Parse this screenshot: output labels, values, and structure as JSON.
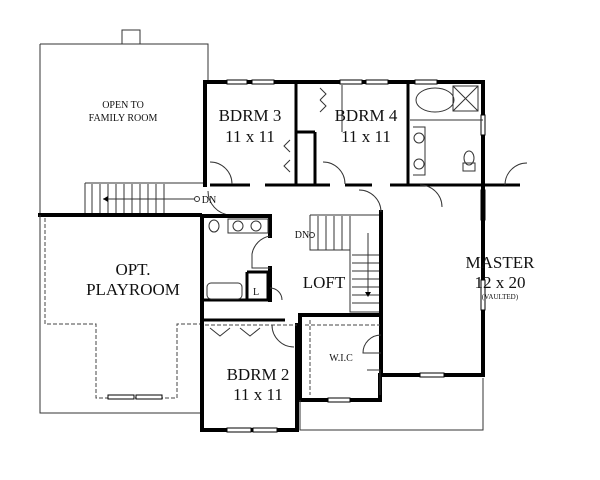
{
  "plan": {
    "open_to_line1": "OPEN TO",
    "open_to_line2": "FAMILY ROOM",
    "bdrm3": {
      "name": "BDRM 3",
      "size": "11 x 11"
    },
    "bdrm4": {
      "name": "BDRM 4",
      "size": "11 x 11"
    },
    "bdrm2": {
      "name": "BDRM 2",
      "size": "11 x 11"
    },
    "playroom_line1": "OPT.",
    "playroom_line2": "PLAYROOM",
    "loft": "LOFT",
    "master": {
      "name": "MASTER",
      "size": "12 x 20",
      "note": "(VAULTED)"
    },
    "wic": "W.I.C",
    "linen": "L",
    "dn_upper": "DN",
    "dn_loft": "DN"
  }
}
